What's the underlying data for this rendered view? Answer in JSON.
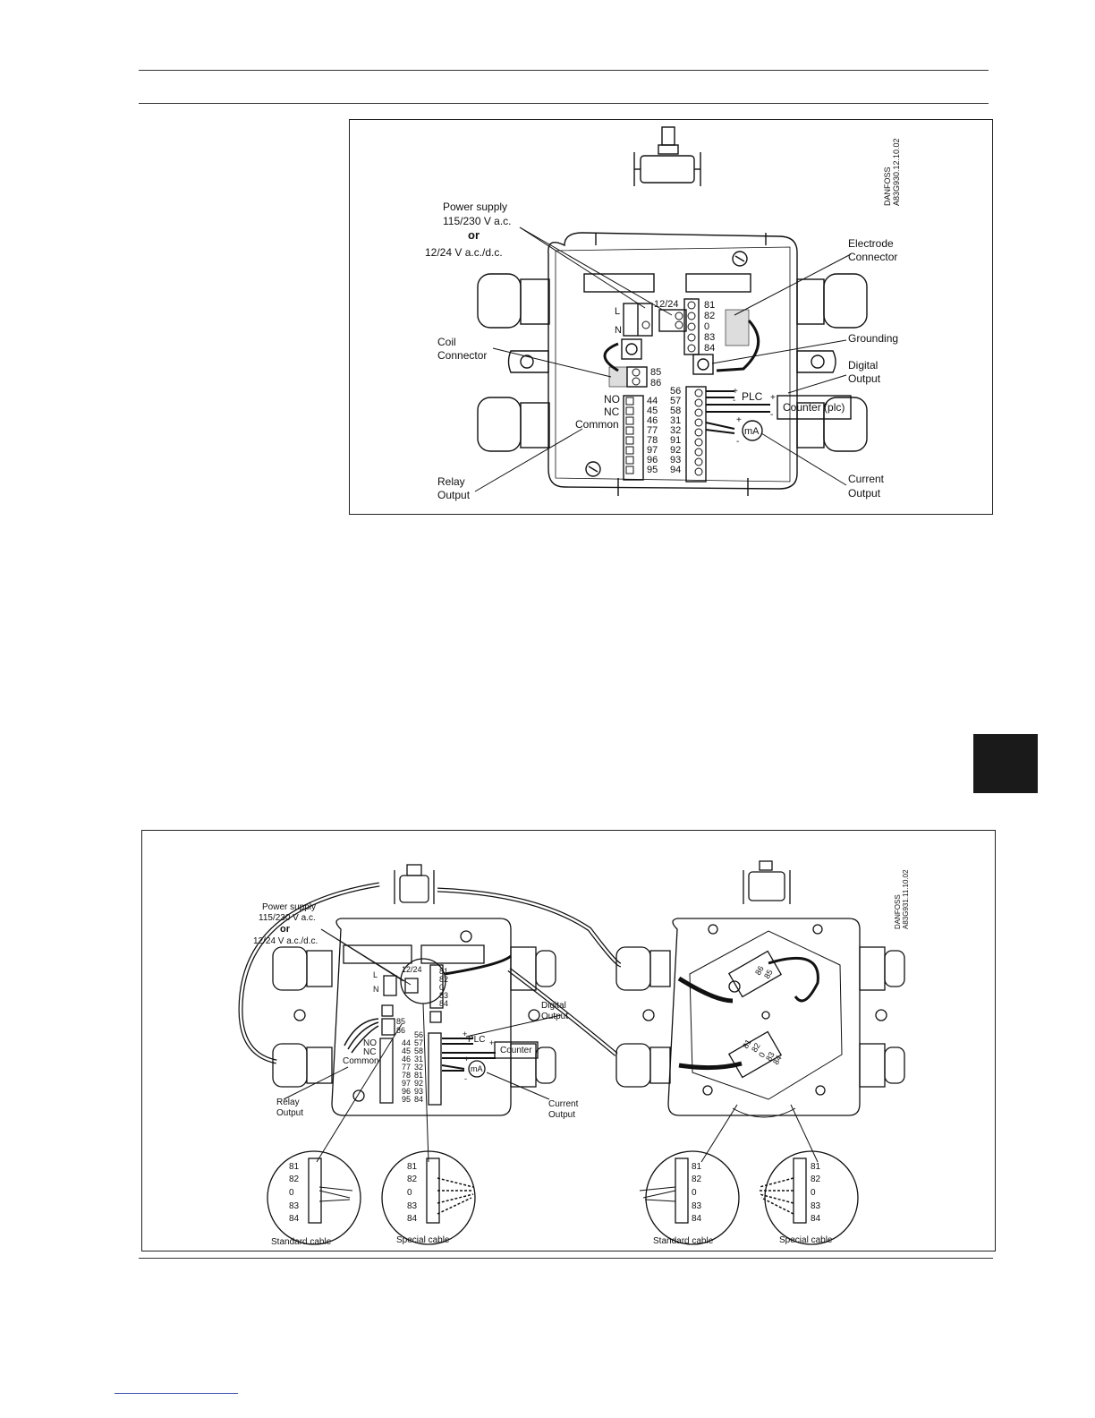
{
  "figure1": {
    "ref_code": [
      "DANFOSS",
      "A83G930.12.10.02"
    ],
    "power_supply": [
      "Power supply",
      "115/230 V a.c.",
      "or",
      "12/24 V a.c./d.c."
    ],
    "electrode_connector": [
      "Electrode",
      "Connector"
    ],
    "grounding": "Grounding",
    "coil_connector": [
      "Coil",
      "Connector"
    ],
    "digital_output": [
      "Digital",
      "Output"
    ],
    "relay_output": [
      "Relay",
      "Output"
    ],
    "current_output": [
      "Current",
      "Output"
    ],
    "relay_labels": [
      "NO",
      "NC",
      "Common"
    ],
    "ln_labels": [
      "L",
      "N"
    ],
    "label_1224": "12/24",
    "electrode_terms": [
      "81",
      "82",
      "0",
      "83",
      "84"
    ],
    "coil_terms": [
      "85",
      "86"
    ],
    "left_terms": [
      "44",
      "45",
      "46",
      "77",
      "78",
      "97",
      "96",
      "95"
    ],
    "right_terms": [
      "56",
      "57",
      "58",
      "31",
      "32",
      "91",
      "92",
      "93",
      "94"
    ],
    "plc": "PLC",
    "counter": "Counter (plc)",
    "ma": "mA",
    "plus": "+",
    "minus": "-"
  },
  "figure2": {
    "ref_code": [
      "DANFOSS",
      "A83G931.11.10.02"
    ],
    "power_supply": [
      "Power supply",
      "115/230 V a.c.",
      "or",
      "12/24 V a.c./d.c."
    ],
    "digital_output": [
      "Digital",
      "Output"
    ],
    "relay_output": [
      "Relay",
      "Output"
    ],
    "current_output": [
      "Current",
      "Output"
    ],
    "relay_labels": [
      "NO",
      "NC",
      "Common"
    ],
    "ln_labels": [
      "L",
      "N"
    ],
    "label_1224": "12/24",
    "electrode_terms": [
      "81",
      "82",
      "0",
      "83",
      "84"
    ],
    "coil_terms": [
      "85",
      "86"
    ],
    "left_terms": [
      "44",
      "45",
      "46",
      "77",
      "78",
      "97",
      "96",
      "95"
    ],
    "right_terms": [
      "56",
      "57",
      "58",
      "31",
      "32",
      "81",
      "92",
      "93",
      "84"
    ],
    "plc": "PLC",
    "counter": "Counter",
    "ma": "mA",
    "plus": "+",
    "minus": "-",
    "sensor_labels": [
      "86",
      "85",
      "81",
      "82",
      "0",
      "83",
      "84"
    ],
    "cables": [
      "Standard cable",
      "Special cable",
      "Standard cable",
      "Special cable"
    ],
    "cable_terms": [
      "81",
      "82",
      "0",
      "83",
      "84"
    ]
  }
}
